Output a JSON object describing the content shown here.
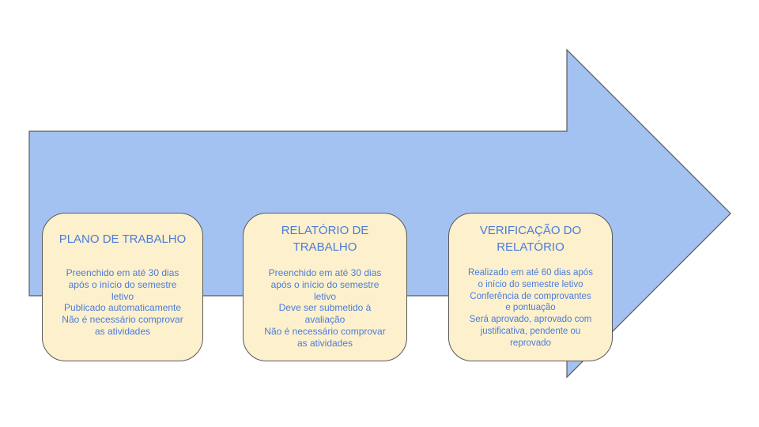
{
  "slide": {
    "background": "#FFFFFF"
  },
  "colors": {
    "arrow_fill": "#A4C2F1",
    "arrow_stroke": "#595959",
    "card_fill": "#FDF0CC",
    "card_border": "#595959",
    "text_blue": "#4A7CDB"
  },
  "arrow": {
    "shape": "right-arrow",
    "direction": "right"
  },
  "steps": [
    {
      "title": "PLANO DE TRABALHO",
      "body": "Preenchido em até 30 dias\napós o início do semestre\nletivo\nPublicado automaticamente\nNão é necessário comprovar\nas atividades"
    },
    {
      "title": "RELATÓRIO DE\nTRABALHO",
      "body": "Preenchido em até 30 dias\napós o início do semestre\nletivo\nDeve ser submetido à\navaliação\nNão é necessário comprovar\nas atividades"
    },
    {
      "title": "VERIFICAÇÃO DO\nRELATÓRIO",
      "body": "Realizado em até 60 dias após\no início do semestre letivo\nConferência de comprovantes\ne pontuação\nSerá aprovado, aprovado com\njustificativa, pendente ou\nreprovado"
    }
  ]
}
